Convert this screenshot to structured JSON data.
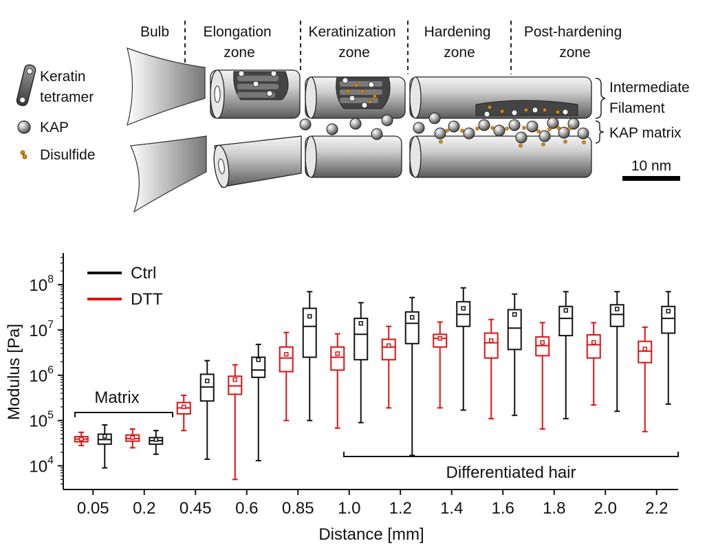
{
  "schematic": {
    "zones": [
      "Bulb",
      "Elongation zone",
      "Keratinization zone",
      "Hardening zone",
      "Post-hardening zone"
    ],
    "legend": [
      {
        "icon": "keratin-tetramer-icon",
        "label": "Keratin tetramer"
      },
      {
        "icon": "kap-sphere-icon",
        "label": "KAP"
      },
      {
        "icon": "disulfide-icon",
        "label": "Disulfide"
      }
    ],
    "right_labels": [
      "Intermediate Filament",
      "KAP matrix"
    ],
    "scale_bar": "10 nm",
    "colors": {
      "gray": "#888888",
      "disulfide": "#e08a00",
      "outline": "#222222"
    }
  },
  "chart_data": {
    "type": "box",
    "xlabel": "Distance [mm]",
    "ylabel": "Modulus [Pa]",
    "yscale": "log",
    "ylim": [
      3000,
      500000000
    ],
    "y_ticks": [
      {
        "value": 10000,
        "label": "10",
        "exp": "4"
      },
      {
        "value": 100000,
        "label": "10",
        "exp": "5"
      },
      {
        "value": 1000000,
        "label": "10",
        "exp": "6"
      },
      {
        "value": 10000000,
        "label": "10",
        "exp": "7"
      },
      {
        "value": 100000000,
        "label": "10",
        "exp": "8"
      }
    ],
    "categories": [
      "0.05",
      "0.2",
      "0.45",
      "0.6",
      "0.85",
      "1.0",
      "1.2",
      "1.4",
      "1.6",
      "1.8",
      "2.0",
      "2.2"
    ],
    "legend": {
      "position": "top-left"
    },
    "series": [
      {
        "name": "Ctrl",
        "color": "#111111",
        "boxes": [
          {
            "min": 9000,
            "q1": 30000,
            "median": 38000,
            "q3": 50000,
            "max": 80000,
            "mean": 45000
          },
          {
            "min": 18000,
            "q1": 30000,
            "median": 36000,
            "q3": 42000,
            "max": 60000,
            "mean": 38000
          },
          {
            "min": 14000,
            "q1": 270000,
            "median": 550000,
            "q3": 1050000,
            "max": 2100000,
            "mean": 750000
          },
          {
            "min": 13000,
            "q1": 900000,
            "median": 1300000,
            "q3": 2500000,
            "max": 4800000,
            "mean": 2200000
          },
          {
            "min": 100000,
            "q1": 2500000,
            "median": 12000000,
            "q3": 30000000,
            "max": 70000000,
            "mean": 20000000
          },
          {
            "min": 90000,
            "q1": 2200000,
            "median": 8000000,
            "q3": 18000000,
            "max": 40000000,
            "mean": 14000000
          },
          {
            "min": 17000,
            "q1": 5000000,
            "median": 14000000,
            "q3": 25000000,
            "max": 52000000,
            "mean": 19000000
          },
          {
            "min": 170000,
            "q1": 12000000,
            "median": 22000000,
            "q3": 42000000,
            "max": 85000000,
            "mean": 30000000
          },
          {
            "min": 130000,
            "q1": 3700000,
            "median": 11000000,
            "q3": 28000000,
            "max": 62000000,
            "mean": 22000000
          },
          {
            "min": 110000,
            "q1": 7500000,
            "median": 18000000,
            "q3": 33000000,
            "max": 70000000,
            "mean": 27000000
          },
          {
            "min": 160000,
            "q1": 12000000,
            "median": 22000000,
            "q3": 36000000,
            "max": 70000000,
            "mean": 29000000
          },
          {
            "min": 230000,
            "q1": 8500000,
            "median": 18000000,
            "q3": 33000000,
            "max": 70000000,
            "mean": 26000000
          }
        ]
      },
      {
        "name": "DTT",
        "color": "#e01010",
        "boxes": [
          {
            "min": 28000,
            "q1": 34000,
            "median": 39000,
            "q3": 44000,
            "max": 55000,
            "mean": 39000
          },
          {
            "min": 25000,
            "q1": 35000,
            "median": 40000,
            "q3": 48000,
            "max": 65000,
            "mean": 42000
          },
          {
            "min": 60000,
            "q1": 140000,
            "median": 190000,
            "q3": 250000,
            "max": 360000,
            "mean": 200000
          },
          {
            "min": 5000,
            "q1": 380000,
            "median": 580000,
            "q3": 950000,
            "max": 1700000,
            "mean": 800000
          },
          {
            "min": 100000,
            "q1": 1200000,
            "median": 2400000,
            "q3": 4200000,
            "max": 8800000,
            "mean": 2900000
          },
          {
            "min": 68000,
            "q1": 1300000,
            "median": 2500000,
            "q3": 4200000,
            "max": 8200000,
            "mean": 3000000
          },
          {
            "min": 190000,
            "q1": 2200000,
            "median": 4200000,
            "q3": 6200000,
            "max": 12000000,
            "mean": 4500000
          },
          {
            "min": 190000,
            "q1": 4200000,
            "median": 6500000,
            "q3": 8000000,
            "max": 15000000,
            "mean": 6500000
          },
          {
            "min": 110000,
            "q1": 2400000,
            "median": 5200000,
            "q3": 8500000,
            "max": 17000000,
            "mean": 5800000
          },
          {
            "min": 65000,
            "q1": 2700000,
            "median": 4500000,
            "q3": 7000000,
            "max": 14500000,
            "mean": 5300000
          },
          {
            "min": 220000,
            "q1": 2400000,
            "median": 4700000,
            "q3": 7800000,
            "max": 14500000,
            "mean": 5300000
          },
          {
            "min": 57000,
            "q1": 1900000,
            "median": 3400000,
            "q3": 5600000,
            "max": 11500000,
            "mean": 3800000
          }
        ]
      }
    ],
    "annotations": [
      "Matrix",
      "Differentiated hair"
    ]
  }
}
